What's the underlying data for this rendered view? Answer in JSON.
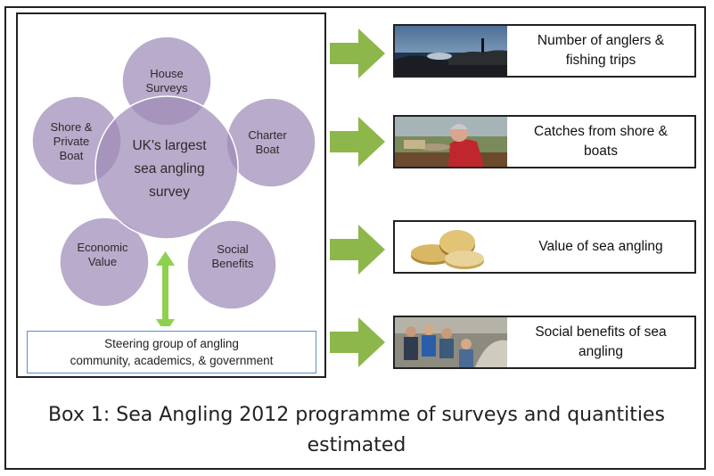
{
  "diagram": {
    "center_label": "UK's largest sea angling survey",
    "center_lines": [
      "UK's largest",
      "sea angling",
      "survey"
    ],
    "petals": [
      {
        "id": "house",
        "lines": [
          "House",
          "Surveys"
        ]
      },
      {
        "id": "charter",
        "lines": [
          "Charter",
          "Boat"
        ]
      },
      {
        "id": "social",
        "lines": [
          "Social",
          "Benefits"
        ]
      },
      {
        "id": "economic",
        "lines": [
          "Economic",
          "Value"
        ]
      },
      {
        "id": "shore",
        "lines": [
          "Shore &",
          "Private",
          "Boat"
        ]
      }
    ],
    "steering_group": [
      "Steering group of angling",
      "community, academics, & government"
    ]
  },
  "outputs": [
    {
      "id": "anglers",
      "photo": "rocky-shore-angler-photo",
      "lines": [
        "Number of anglers &",
        "fishing trips"
      ]
    },
    {
      "id": "catches",
      "photo": "angler-with-fish-photo",
      "lines": [
        "Catches from shore &",
        "boats"
      ]
    },
    {
      "id": "value",
      "photo": "pound-coins-photo",
      "lines": [
        "Value of sea angling"
      ]
    },
    {
      "id": "social",
      "photo": "group-on-rocks-photo",
      "lines": [
        "Social benefits of sea",
        "angling"
      ]
    }
  ],
  "caption": "Box 1: Sea Angling 2012 programme of surveys and quantities estimated",
  "caption_lines": [
    "Box 1: Sea Angling 2012 programme of surveys and quantities",
    "estimated"
  ],
  "colors": {
    "petal": "#9e8ab7",
    "petal_stroke": "#ffffff",
    "arrow": "#8db74a",
    "steer_border": "#5b8fd0",
    "double_arrow": "#8fd14f"
  }
}
